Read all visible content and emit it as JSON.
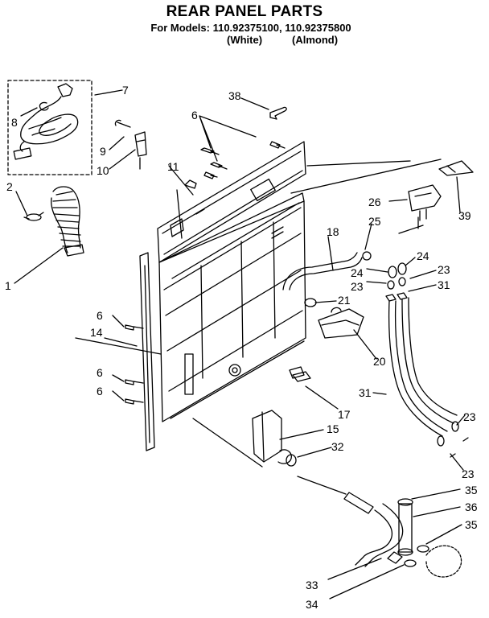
{
  "title": "REAR PANEL PARTS",
  "models_line": "For Models: 110.92375100, 110.92375800",
  "variant_white": "(White)",
  "variant_almond": "(Almond)",
  "callouts": {
    "c1": "1",
    "c2": "2",
    "c7": "7",
    "c8": "8",
    "c38": "38",
    "c6a": "6",
    "c9": "9",
    "c10": "10",
    "c11": "11",
    "c39": "39",
    "c26": "26",
    "c25": "25",
    "c18": "18",
    "c24a": "24",
    "c24b": "24",
    "c23a": "23",
    "c23b": "23",
    "c31a": "31",
    "c21": "21",
    "c6b": "6",
    "c14": "14",
    "c20": "20",
    "c6c": "6",
    "c6d": "6",
    "c17": "17",
    "c31b": "31",
    "c15": "15",
    "c32": "32",
    "c23c": "23",
    "c23d": "23",
    "c35a": "35",
    "c36": "36",
    "c35b": "35",
    "c33": "33",
    "c34": "34"
  }
}
